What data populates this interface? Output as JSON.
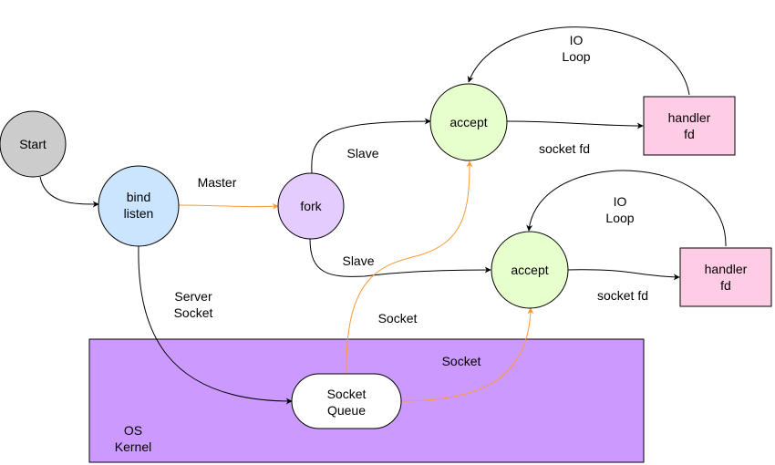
{
  "kernel": {
    "label_line1": "OS",
    "label_line2": "Kernel",
    "color": "#cc99ff"
  },
  "nodes": {
    "start": {
      "label": "Start",
      "color": "#cccccc"
    },
    "bind_listen": {
      "line1": "bind",
      "line2": "listen",
      "color": "#cce5ff"
    },
    "fork": {
      "label": "fork",
      "color": "#e5ccff"
    },
    "accept_top": {
      "label": "accept",
      "color": "#e6ffcc"
    },
    "accept_bottom": {
      "label": "accept",
      "color": "#e6ffcc"
    },
    "handler_top": {
      "line1": "handler",
      "line2": "fd",
      "color": "#ffcce6"
    },
    "handler_bottom": {
      "line1": "handler",
      "line2": "fd",
      "color": "#ffcce6"
    },
    "socket_queue": {
      "line1": "Socket",
      "line2": "Queue",
      "color": "#ffffff"
    }
  },
  "edge_labels": {
    "master": "Master",
    "slave_top": "Slave",
    "slave_bottom": "Slave",
    "server_socket_line1": "Server",
    "server_socket_line2": "Socket",
    "socket_upper": "Socket",
    "socket_lower": "Socket",
    "socket_fd_top": "socket fd",
    "socket_fd_bottom": "socket fd",
    "io_loop_top_line1": "IO",
    "io_loop_top_line2": "Loop",
    "io_loop_bottom_line1": "IO",
    "io_loop_bottom_line2": "Loop"
  },
  "colors": {
    "edge_black": "#000000",
    "edge_orange": "#ff9933",
    "stroke": "#000000"
  }
}
